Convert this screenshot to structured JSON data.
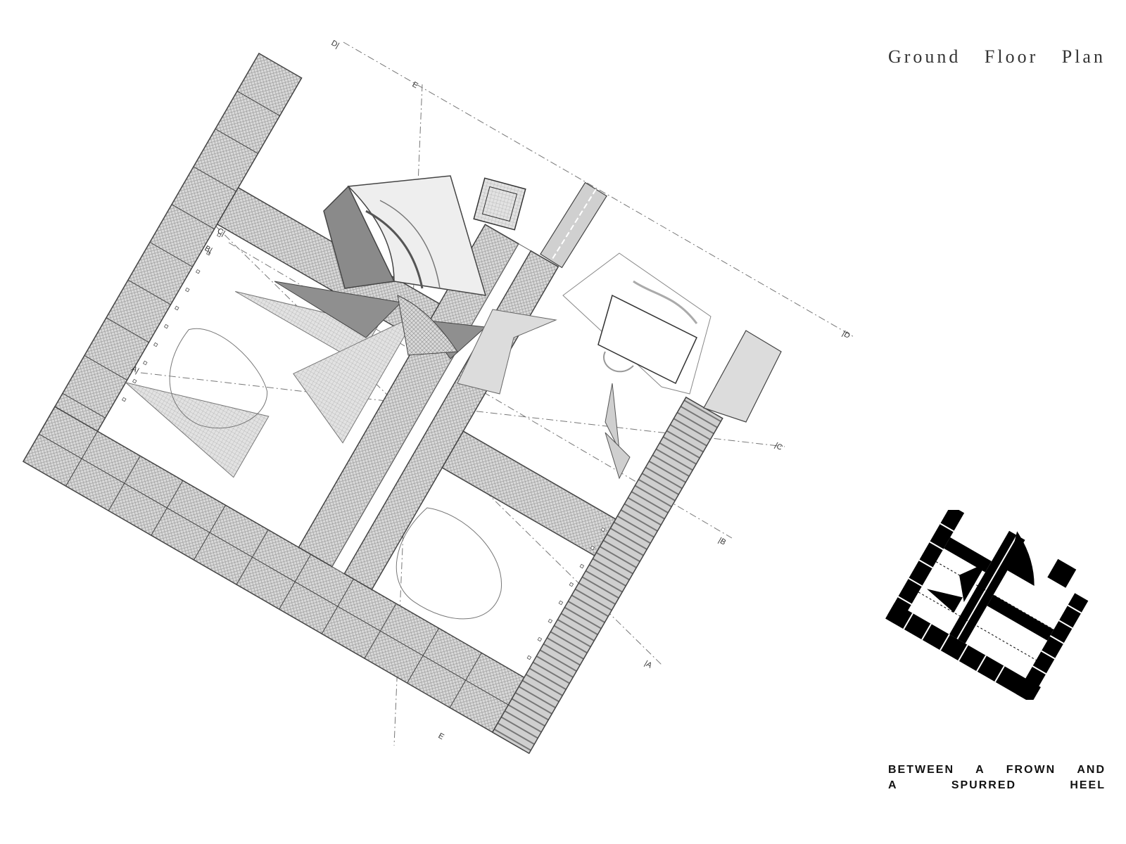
{
  "title": {
    "words": [
      "Ground",
      "Floor",
      "Plan"
    ]
  },
  "caption": {
    "line1": [
      "BETWEEN",
      "A",
      "FROWN",
      "AND"
    ],
    "line2": [
      "A",
      "SPURRED",
      "HEEL"
    ]
  },
  "section_cut_labels": {
    "A_left": "A|",
    "A_right": "|A",
    "B_left": "B|",
    "B_right": "|B",
    "C_left": "C|",
    "C_right": "|C",
    "D_left": "D|",
    "D_right": "|D",
    "E_top": "E",
    "E_bottom": "E"
  },
  "colors": {
    "hatch": "#9a9a9a",
    "dark_fill": "#7a7a7a",
    "line": "#555555",
    "thumb": "#000000"
  }
}
